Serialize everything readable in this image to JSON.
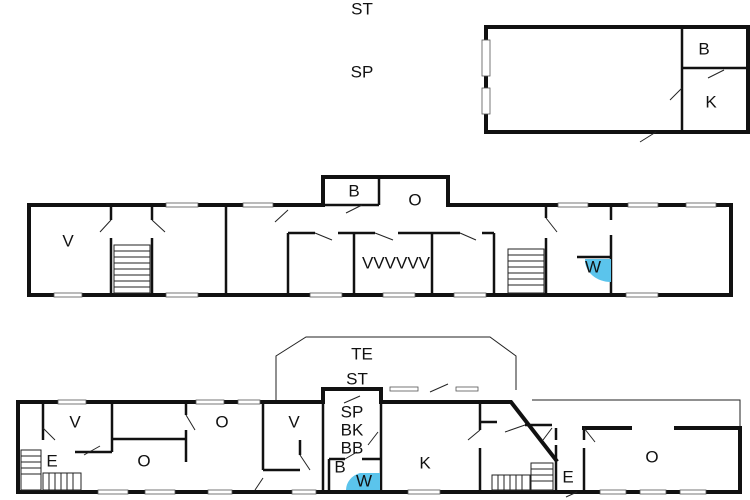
{
  "floorplan": {
    "top_labels": {
      "st": "ST",
      "sp": "SP"
    },
    "annex": {
      "bath": "B",
      "kitchen": "K"
    },
    "upper_floor": {
      "living": "V",
      "bath": "B",
      "hobby": "O",
      "bedrooms": "VVVVVV",
      "washer": "W"
    },
    "ground_floor": {
      "terrace": "TE",
      "storage": "ST",
      "sp": "SP",
      "overlap_a": "BK",
      "overlap_b": "BB",
      "living_left": "V",
      "hobby_top": "O",
      "entrance_left": "E",
      "hobby_mid": "O",
      "living_mid": "V",
      "bath": "B",
      "washer": "W",
      "kitchen": "K",
      "entrance_right": "E",
      "hobby_right": "O"
    },
    "colors": {
      "washer_fill": "#5bc4ec",
      "wall": "#111111"
    }
  }
}
